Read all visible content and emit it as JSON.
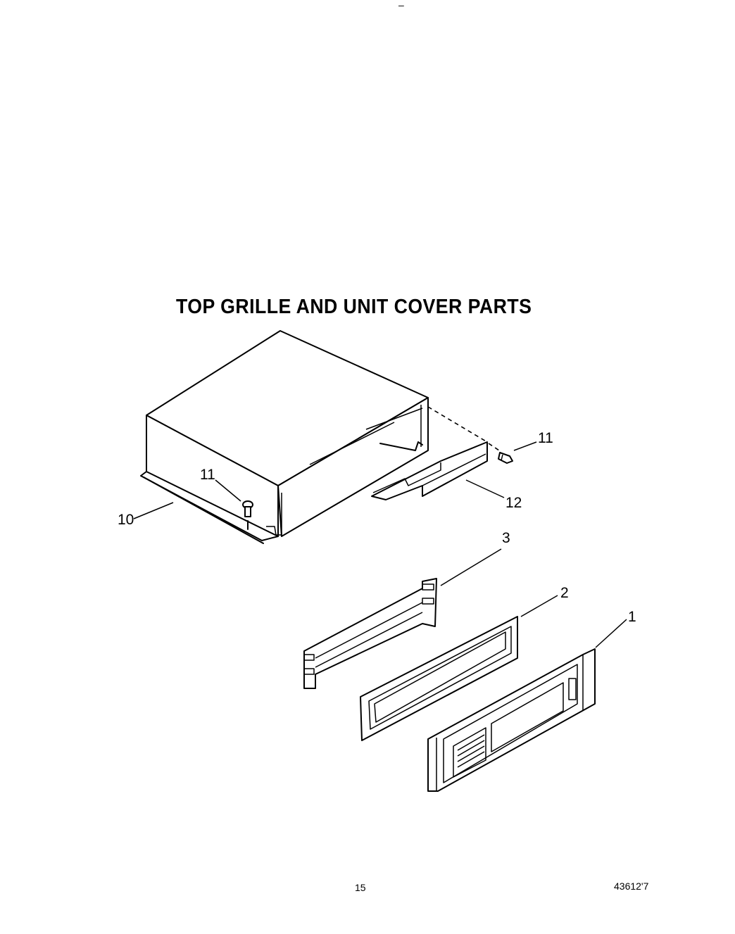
{
  "header": {
    "mark": "–"
  },
  "title": "TOP GRILLE AND UNIT COVER PARTS",
  "callouts": {
    "c1": "1",
    "c2": "2",
    "c3": "3",
    "c10": "10",
    "c11_left": "11",
    "c11_right": "11",
    "c12": "12"
  },
  "footer": {
    "page_number": "15",
    "doc_code": "43612'7"
  }
}
